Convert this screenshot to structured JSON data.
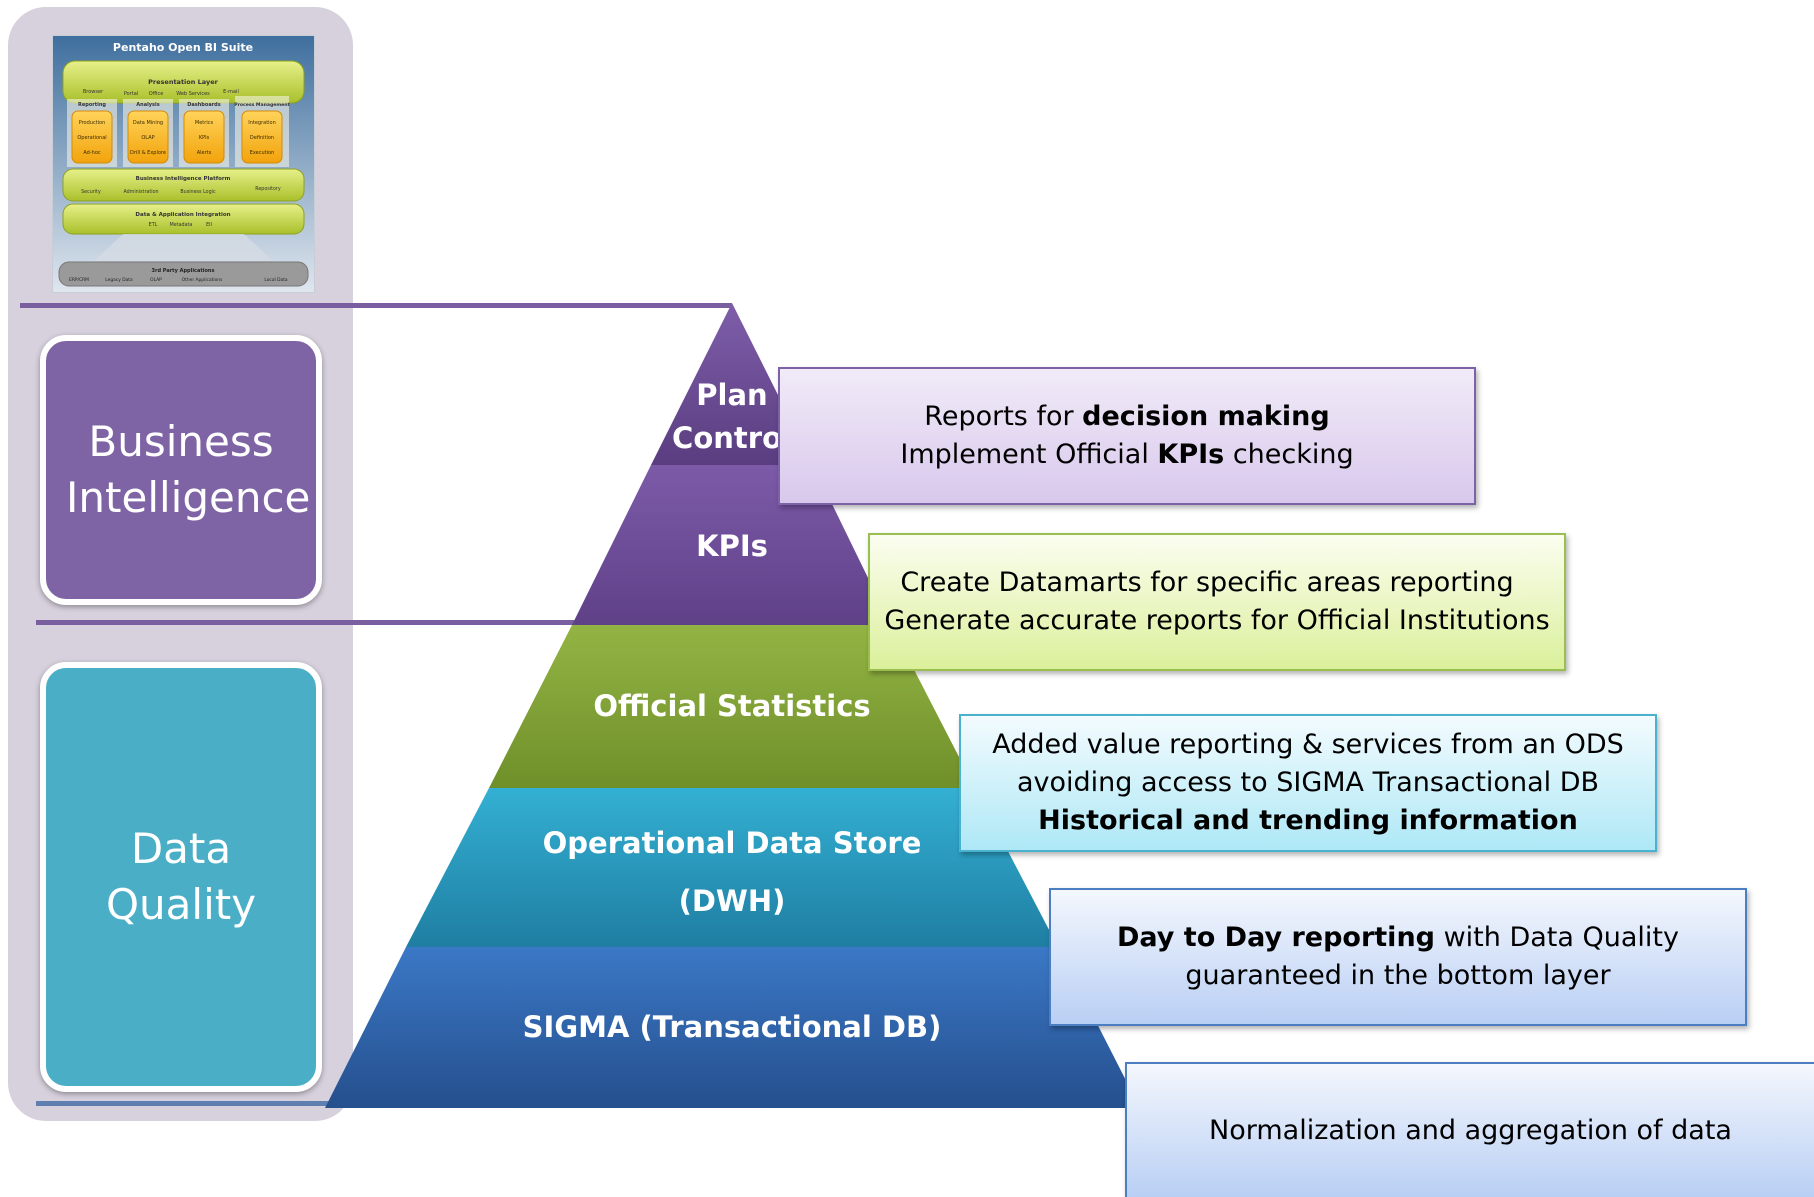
{
  "sidebar": {
    "logo": {
      "title": "Pentaho Open BI Suite",
      "presentation_layer": "Presentation Layer",
      "presentation_items": [
        "Browser",
        "Portal",
        "Office",
        "Web Services",
        "E-mail"
      ],
      "columns": [
        {
          "header": "Reporting",
          "items": [
            "Production",
            "Operational",
            "Ad-hoc"
          ]
        },
        {
          "header": "Analysis",
          "items": [
            "Data Mining",
            "OLAP",
            "Drill & Explore"
          ]
        },
        {
          "header": "Dashboards",
          "items": [
            "Metrics",
            "KPIs",
            "Alerts"
          ]
        },
        {
          "header": "Process Management",
          "items": [
            "Integration",
            "Definition",
            "Execution"
          ]
        }
      ],
      "platform_title": "Business Intelligence Platform",
      "platform_items": [
        "Security",
        "Administration",
        "Business Logic",
        "Repository"
      ],
      "integration_title": "Data & Application Integration",
      "integration_items": [
        "ETL",
        "Metadata",
        "EII"
      ],
      "third_party_title": "3rd Party Applications",
      "third_party_items": [
        "ERP/CRM",
        "Legacy Data",
        "OLAP",
        "Other Applications",
        "Local Data"
      ]
    },
    "bi_label": "Business Intelligence",
    "dq_label": "Data Quality"
  },
  "pyramid": {
    "layers": [
      {
        "label_line1": "Plan",
        "label_line2": "Control",
        "color": "#5e3f86"
      },
      {
        "label": "KPIs",
        "color": "#6e4d9b"
      },
      {
        "label": "Official Statistics",
        "color": "#8aab3c"
      },
      {
        "label_line1": "Operational Data Store",
        "label_line2": "(DWH)",
        "color": "#2a9cc0"
      },
      {
        "label": "SIGMA (Transactional DB)",
        "color": "#2e63ad"
      }
    ]
  },
  "callouts": {
    "plan": {
      "l1_pre": "Reports for ",
      "l1_bold": "decision making",
      "l2_pre": "Implement Official ",
      "l2_bold": "KPIs",
      "l2_post": " checking"
    },
    "kpis": {
      "l1": "Create Datamarts for specific areas reporting",
      "l2": "Generate accurate reports for Official Institutions"
    },
    "stats": {
      "l1": "Added value reporting & services from an ODS",
      "l2": "avoiding access to SIGMA Transactional DB",
      "l3_bold": "Historical and trending information"
    },
    "ods": {
      "l1_bold": "Day to Day reporting",
      "l1_post": " with Data Quality",
      "l2": "guaranteed in the bottom layer"
    },
    "sigma": {
      "l1": "Normalization and aggregation of data"
    }
  },
  "colors": {
    "sidebar_bg": "#d7d1de",
    "bi_box": "#7f64a5",
    "dq_box": "#4aaec6",
    "divider": "#7a5fa0"
  }
}
